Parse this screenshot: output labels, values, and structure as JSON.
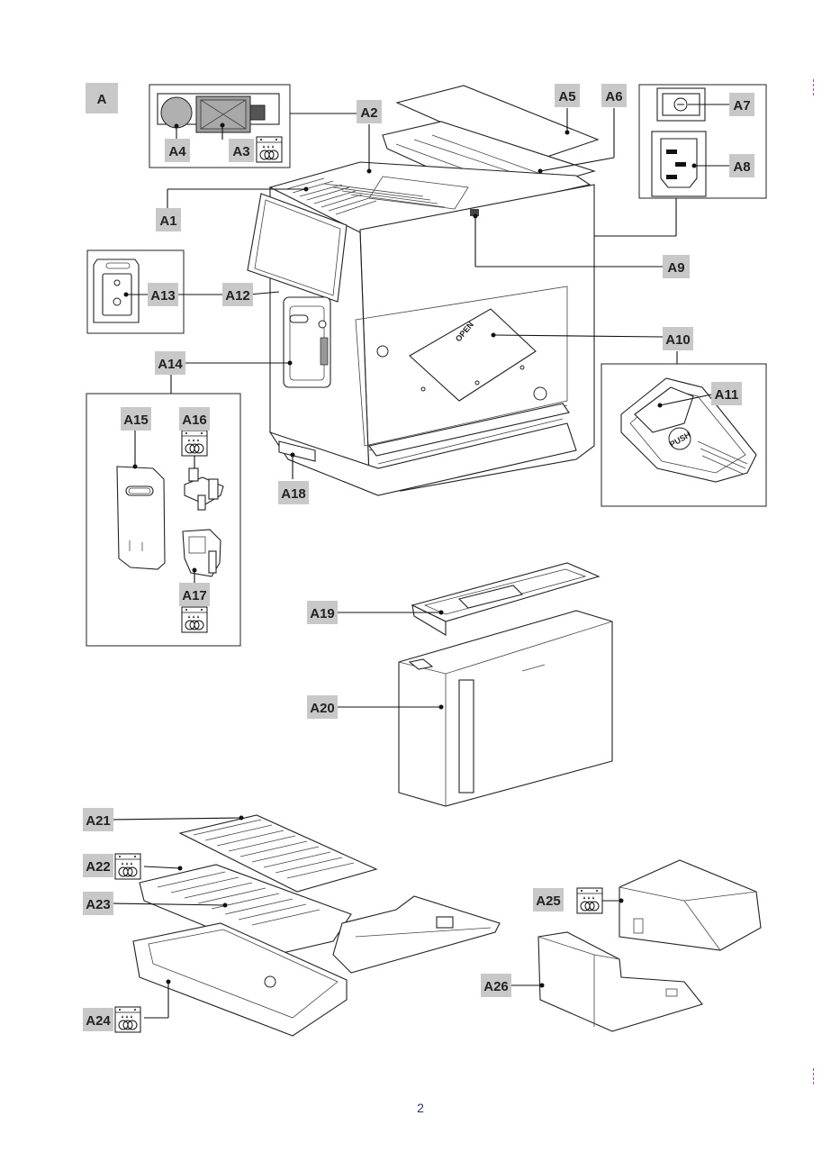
{
  "figure": {
    "section_label": "A",
    "page_number": "2",
    "labels": {
      "A1": "A1",
      "A2": "A2",
      "A3": "A3",
      "A4": "A4",
      "A5": "A5",
      "A6": "A6",
      "A7": "A7",
      "A8": "A8",
      "A9": "A9",
      "A10": "A10",
      "A11": "A11",
      "A12": "A12",
      "A13": "A13",
      "A14": "A14",
      "A15": "A15",
      "A16": "A16",
      "A17": "A17",
      "A18": "A18",
      "A19": "A19",
      "A20": "A20",
      "A21": "A21",
      "A22": "A22",
      "A23": "A23",
      "A24": "A24",
      "A25": "A25",
      "A26": "A26"
    },
    "printed_text": {
      "open_tab": "OPEN",
      "push_button": "PUSH"
    },
    "icons": [
      "dishwasher-safe-icon",
      "power-switch-icon",
      "power-socket-icon"
    ],
    "colors": {
      "label_fill": "#c8c8c8",
      "line": "#111111",
      "page_number": "#1e3a6e",
      "crop_mark": "#e0408a"
    }
  }
}
